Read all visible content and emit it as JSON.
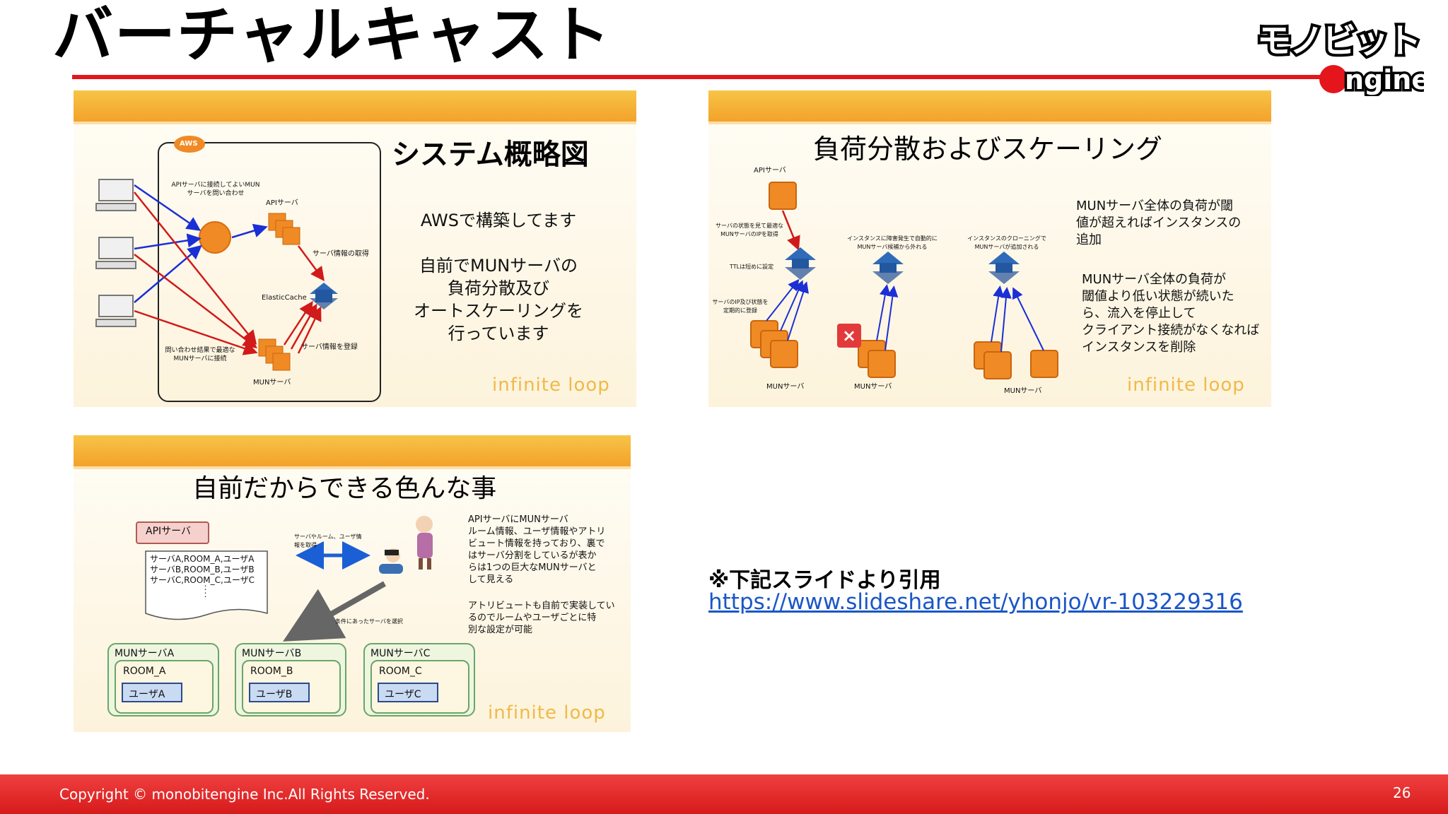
{
  "page": {
    "title": "バーチャルキャスト",
    "logo_text": "モノビット Engine",
    "citation_note": "※下記スライドより引用",
    "citation_url": "https://www.slideshare.net/yhonjo/vr-103229316",
    "copyright": "Copyright © monobitengine Inc.All Rights Reserved.",
    "page_number": "26"
  },
  "colors": {
    "accent_red": "#e4161b",
    "slide_orange": "#f3a22a",
    "box_orange": "#f08a24",
    "link_blue": "#1a56c7"
  },
  "slide1": {
    "title": "システム概略図",
    "aws_badge": "AWS",
    "text1": "AWSで構築してます",
    "text2_lines": [
      "自前でMUNサーバの",
      "負荷分散及び",
      "オートスケーリングを",
      "行っています"
    ],
    "label_api_query": "APIサーバに接続してよいMUNサーバを問い合わせ",
    "label_api_server": "APIサーバ",
    "label_fetch": "サーバ情報の取得",
    "label_cache": "ElasticCache",
    "label_register": "サーバ情報を登録",
    "label_connect": "問い合わせ結果で最適なMUNサーバに接続",
    "label_mun": "MUNサーバ",
    "watermark": "infinite loop"
  },
  "slide2": {
    "title": "負荷分散およびスケーリング",
    "label_api": "APIサーバ",
    "label_select": "サーバの状態を見て最適なMUNサーバのIPを取得",
    "label_ttl": "TTLは短めに設定",
    "label_periodic": "サーバのIP及び状態を定期的に登録",
    "label_failure": "インスタンスに障害発生で自動的にMUNサーバ候補から外れる",
    "label_clone": "インスタンスのクローニングでMUNサーバが追加される",
    "mun1": "MUNサーバ",
    "mun2": "MUNサーバ",
    "mun3": "MUNサーバ",
    "text1_lines": [
      "MUNサーバ全体の負荷が閾",
      "値が超えればインスタンスの",
      "追加"
    ],
    "text2_lines": [
      "MUNサーバ全体の負荷が",
      "閾値より低い状態が続いた",
      "ら、流入を停止して",
      "クライアント接続がなくなれば",
      "インスタンスを削除"
    ],
    "watermark": "infinite loop"
  },
  "slide3": {
    "title": "自前だからできる色んな事",
    "api_label": "APIサーバ",
    "doc_lines": [
      "サーバA,ROOM_A,ユーザA",
      "サーバB,ROOM_B,ユーザB",
      "サーバC,ROOM_C,ユーザC",
      "：",
      "："
    ],
    "label_get": "サーバやルーム、ユーザ情報を取得",
    "label_select": "条件にあったサーバを選択",
    "desc1_lines": [
      "APIサーバにMUNサーバ",
      "ルーム情報、ユーザ情報やアトリ",
      "ビュート情報を持っており、裏で",
      "はサーバ分割をしているが表か",
      "らは1つの巨大なMUNサーバと",
      "して見える"
    ],
    "desc2_lines": [
      "アトリビュートも自前で実装してい",
      "るのでルームやユーザごとに特",
      "別な設定が可能"
    ],
    "servers": [
      {
        "name": "MUNサーバA",
        "room": "ROOM_A",
        "user": "ユーザA"
      },
      {
        "name": "MUNサーバB",
        "room": "ROOM_B",
        "user": "ユーザB"
      },
      {
        "name": "MUNサーバC",
        "room": "ROOM_C",
        "user": "ユーザC"
      }
    ],
    "watermark": "infinite loop"
  }
}
